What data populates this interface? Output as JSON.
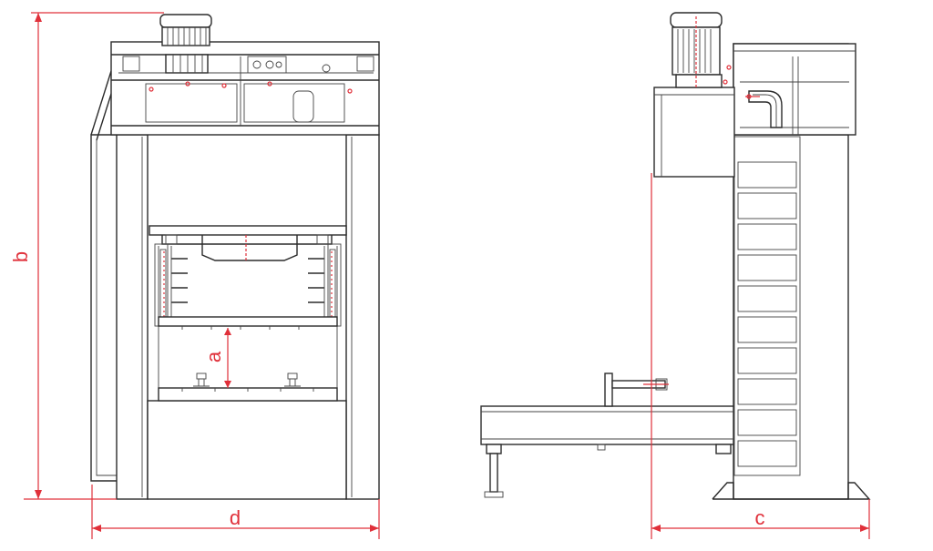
{
  "diagram": {
    "colors": {
      "line": "#2b2b2b",
      "dimension": "#e0303a",
      "background": "#ffffff"
    },
    "views": [
      "front-view",
      "side-view"
    ],
    "dimensions": {
      "a": "a",
      "b": "b",
      "c": "c",
      "d": "d"
    }
  }
}
